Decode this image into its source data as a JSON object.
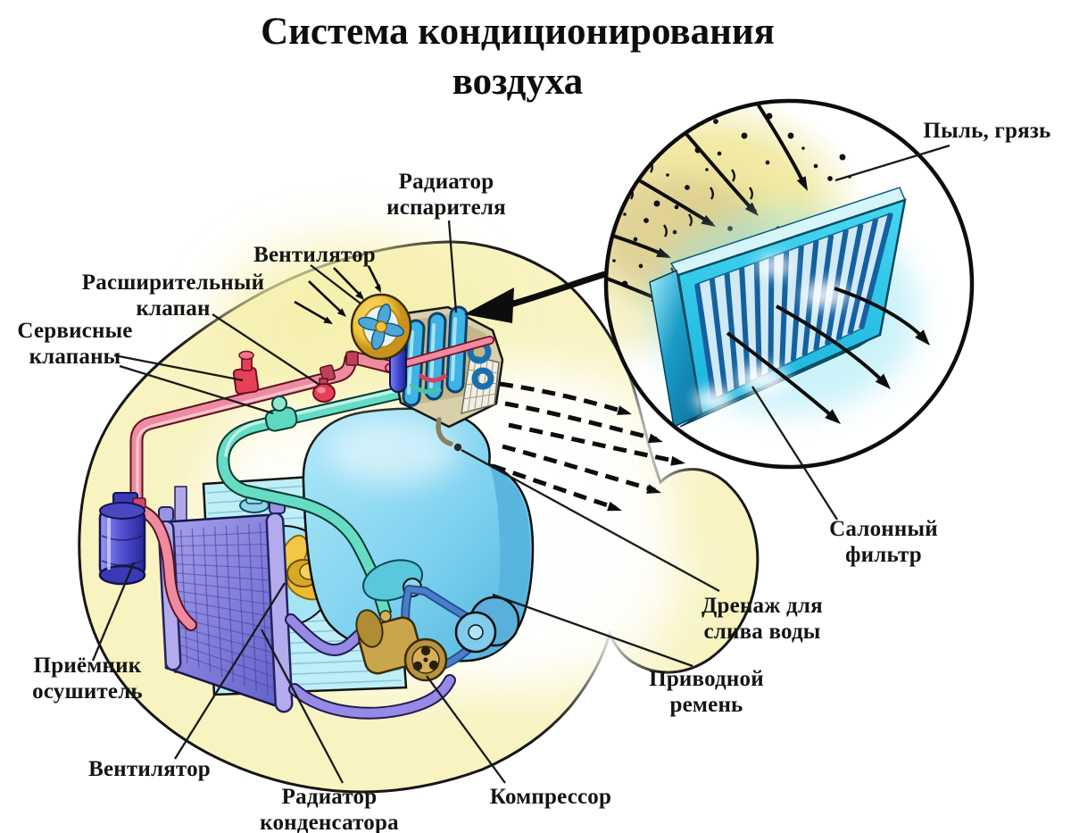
{
  "title": "Система кондиционирования\nвоздуха",
  "labels": {
    "dust": "Пыль, грязь",
    "evaporator_radiator": "Радиатор\nиспарителя",
    "fan_top": "Вентилятор",
    "expansion_valve": "Расширительный\nклапан",
    "service_valves": "Сервисные\nклапаны",
    "cabin_filter": "Салонный фильтр",
    "water_drain": "Дренаж для\nслива воды",
    "drive_belt": "Приводной\nремень",
    "receiver_dryer": "Приёмник\nосушитель",
    "fan_bottom": "Вентилятор",
    "condenser_radiator": "Радиатор конденсатора",
    "compressor": "Компрессор"
  },
  "colors": {
    "background": "#ffffff",
    "ink": "#1a1a1a",
    "body_yellow": "#f8f3c0",
    "engine_blue": "#8ed9f2",
    "filter_frame_cyan": "#2cc6ea",
    "filter_stripe_blue": "#15619f",
    "condenser_purple": "#8a86de",
    "radiator_cyan": "#bfeef6",
    "fan_yellow": "#f3c844",
    "pipe_high_pressure_red": "#ef8ba0",
    "pipe_low_pressure_teal": "#66dcc4",
    "pipe_condenser_purple": "#958ae6",
    "receiver_dryer_blue": "#5050c8",
    "compressor_brass": "#c9a54e"
  }
}
